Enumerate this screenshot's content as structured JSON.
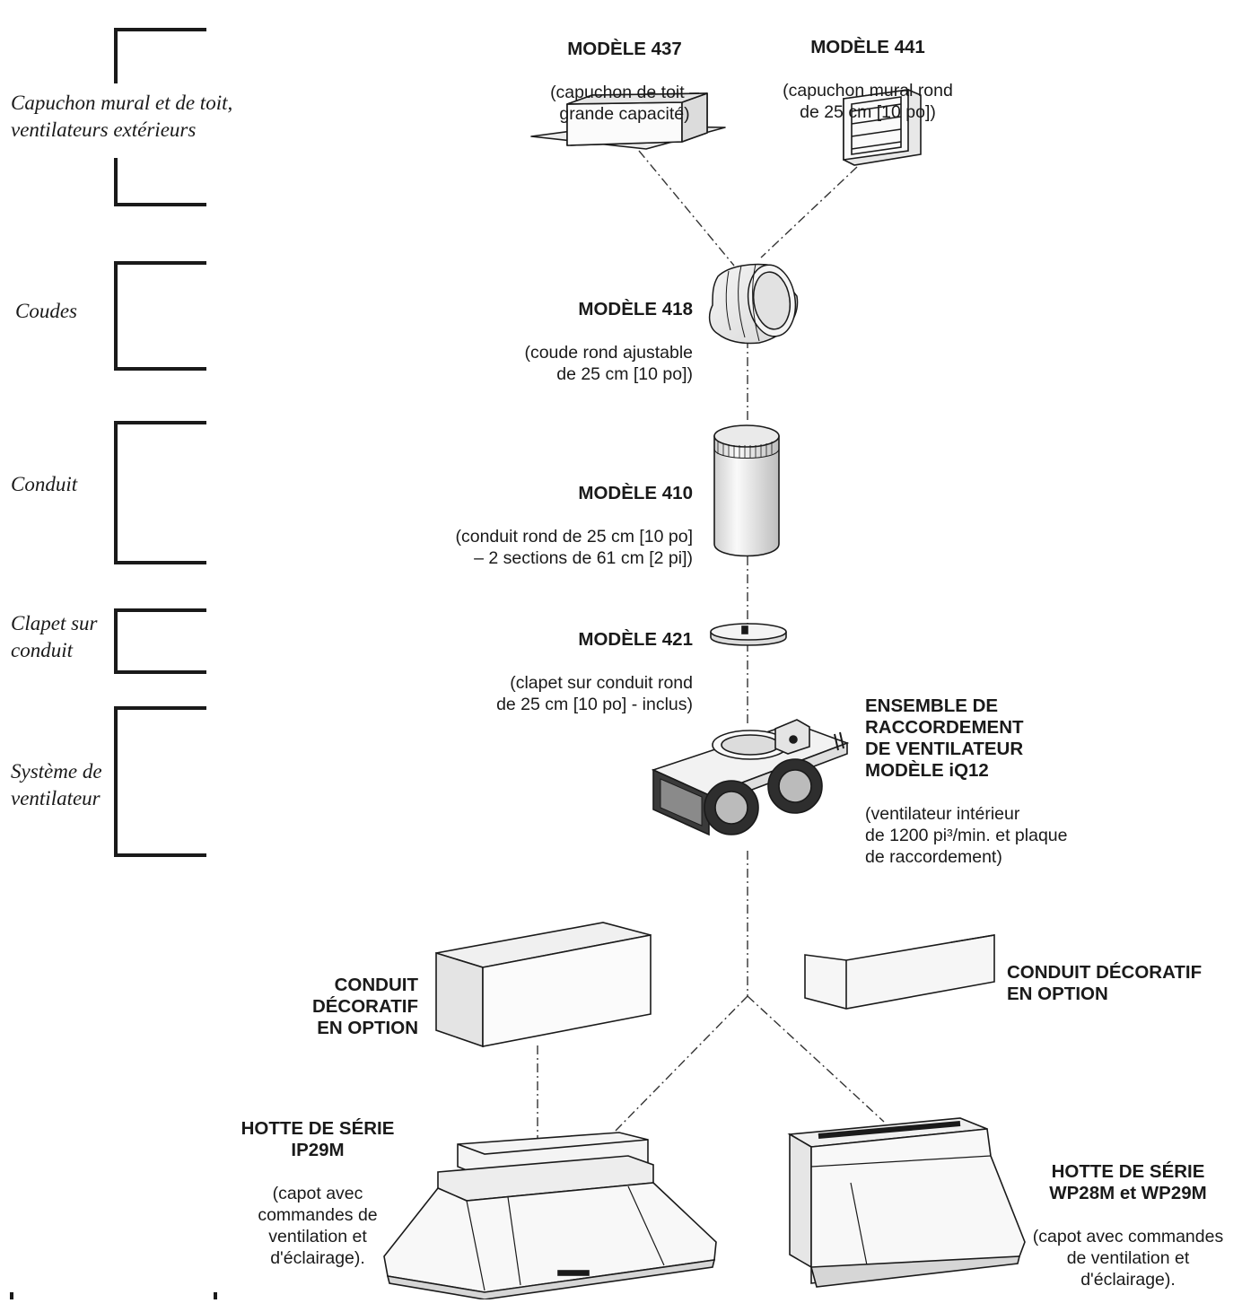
{
  "categories": [
    {
      "id": "caps",
      "text": "Capuchon mural et de toit,\nventilateurs extérieurs"
    },
    {
      "id": "elbows",
      "text": "Coudes"
    },
    {
      "id": "duct",
      "text": "Conduit"
    },
    {
      "id": "damper",
      "text": "Clapet sur\nconduit"
    },
    {
      "id": "blower",
      "text": "Système de\nventilateur"
    }
  ],
  "parts": {
    "m437": {
      "title": "MODÈLE 437",
      "desc": "(capuchon de toit –\ngrande capacité)"
    },
    "m441": {
      "title": "MODÈLE 441",
      "desc": "(capuchon mural rond\nde 25 cm [10 po])"
    },
    "m418": {
      "title": "MODÈLE 418",
      "desc": "(coude rond ajustable\nde 25 cm [10 po])"
    },
    "m410": {
      "title": "MODÈLE 410",
      "desc": "(conduit rond de 25 cm [10 po]\n– 2 sections de 61 cm [2 pi])"
    },
    "m421": {
      "title": "MODÈLE 421",
      "desc": "(clapet sur conduit rond\nde 25 cm [10 po] - inclus)"
    },
    "iq12": {
      "title": "ENSEMBLE DE\nRACCORDEMENT\nDE VENTILATEUR\nMODÈLE iQ12",
      "desc": "(ventilateur intérieur\nde 1200 pi³/min. et plaque\nde raccordement)"
    },
    "duct_left": {
      "title": "CONDUIT\nDÉCORATIF\nEN OPTION"
    },
    "duct_right": {
      "title": "CONDUIT DÉCORATIF\nEN OPTION"
    },
    "ip29m": {
      "title": "HOTTE DE SÉRIE\nIP29M",
      "desc": "(capot avec\ncommandes de\nventilation et\nd'éclairage)."
    },
    "wp28m": {
      "title": "HOTTE DE SÉRIE\nWP28M et WP29M",
      "desc": "(capot avec commandes\nde ventilation et\nd'éclairage)."
    }
  }
}
